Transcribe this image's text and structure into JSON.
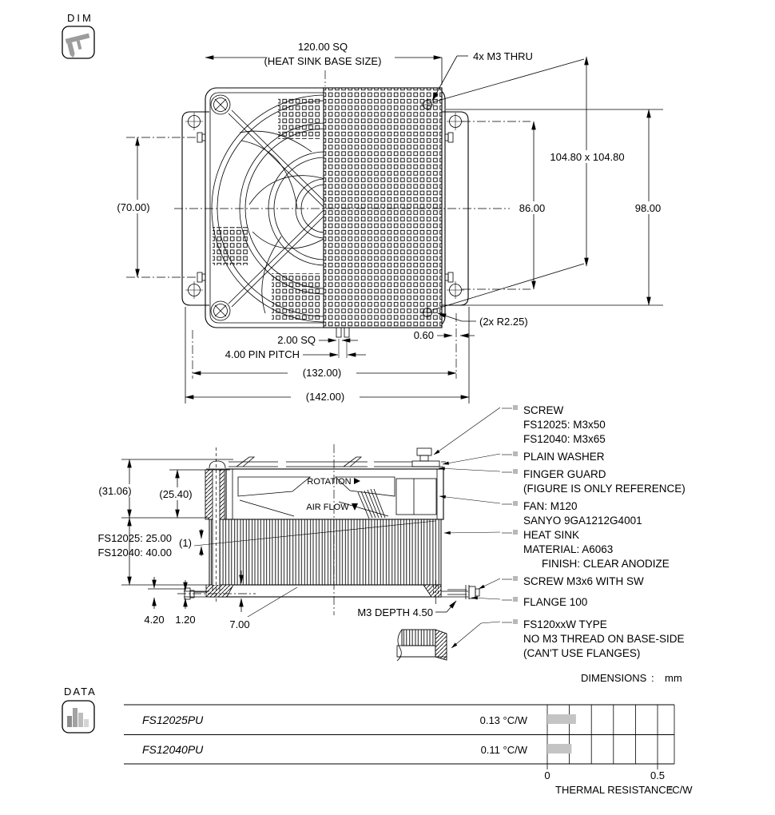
{
  "sections": {
    "dim_label": "DIM",
    "data_label": "DATA"
  },
  "top_view": {
    "base_size": "120.00 SQ",
    "base_note": "(HEAT SINK BASE SIZE)",
    "m3_thru": "4x M3 THRU",
    "hole_pitch": "104.80 x 104.80",
    "d86": "86.00",
    "d98": "98.00",
    "d70": "(70.00)",
    "pin_sq": "2.00 SQ",
    "pin_pitch": "4.00 PIN PITCH",
    "d060": "0.60",
    "r225": "(2x R2.25)",
    "d132": "(132.00)",
    "d142": "(142.00)"
  },
  "side_view": {
    "rotation": "ROTATION",
    "airflow": "AIR FLOW",
    "d3106": "(31.06)",
    "d2540": "(25.40)",
    "hs_height_25": "FS12025: 25.00",
    "hs_height_40": "FS12040: 40.00",
    "gap1": "(1)",
    "d420": "4.20",
    "d120": "1.20",
    "d700": "7.00",
    "m3depth": "M3 DEPTH 4.50",
    "callouts": {
      "screw_l1": "SCREW",
      "screw_l2": "FS12025: M3x50",
      "screw_l3": "FS12040: M3x65",
      "washer": "PLAIN WASHER",
      "guard_l1": "FINGER GUARD",
      "guard_l2": "(FIGURE IS ONLY REFERENCE)",
      "fan_l1": "FAN: M120",
      "fan_l2": "SANYO 9GA1212G4001",
      "hs_l1": "HEAT SINK",
      "hs_l2": "MATERIAL: A6063",
      "hs_l3": "FINISH: CLEAR ANODIZE",
      "screw_m3x6": "SCREW M3x6 WITH SW",
      "flange": "FLANGE 100",
      "wtype_l1": "FS120xxW TYPE",
      "wtype_l2": "NO M3 THREAD ON BASE-SIDE",
      "wtype_l3": "(CAN'T USE FLANGES)"
    }
  },
  "footer": {
    "dims_label": "DIMENSIONS",
    "colon": ":",
    "units": "mm"
  },
  "chart": {
    "rows": [
      {
        "model": "FS12025PU",
        "value_label": "0.13 °C/W"
      },
      {
        "model": "FS12040PU",
        "value_label": "0.11 °C/W"
      }
    ],
    "axis_min": "0",
    "axis_max": "0.5",
    "axis_title": "THERMAL RESISTANCE",
    "axis_units": "°C/W"
  },
  "chart_data": {
    "type": "bar",
    "orientation": "horizontal",
    "categories": [
      "FS12025PU",
      "FS12040PU"
    ],
    "values": [
      0.13,
      0.11
    ],
    "value_labels": [
      "0.13 °C/W",
      "0.11 °C/W"
    ],
    "xlabel": "THERMAL RESISTANCE °C/W",
    "xlim": [
      0,
      0.5
    ],
    "grid_step": 0.1,
    "legend": false,
    "bar_color": "#c4c4c4"
  },
  "colors": {
    "line": "#000000",
    "gray_fill": "#b8b8b8",
    "bar": "#c4c4c4"
  }
}
